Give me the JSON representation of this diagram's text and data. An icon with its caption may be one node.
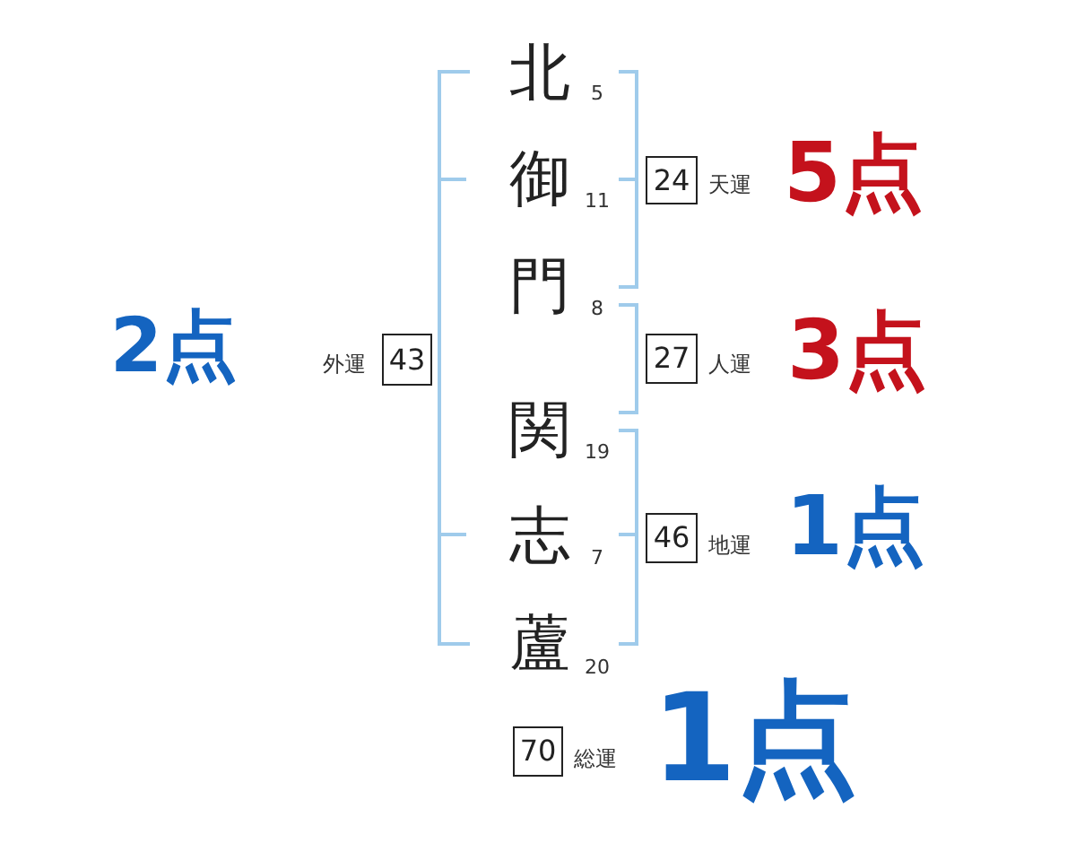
{
  "diagram": {
    "nodes": [
      {
        "text": [
          "24"
        ],
        "beside": [
          "天運",
          "5点"
        ]
      },
      {
        "text": [
          "43"
        ],
        "beside": [
          "外運",
          "2点"
        ]
      },
      {
        "text": [
          "27"
        ],
        "beside": [
          "人運",
          "3点"
        ]
      },
      {
        "text": [
          "46"
        ],
        "beside": [
          "地運",
          "1点"
        ]
      },
      {
        "text": [
          "70"
        ],
        "beside": [
          "総運",
          "1点"
        ]
      }
    ],
    "labels": [
      "北",
      "5",
      "御",
      "11",
      "門",
      "8",
      "関",
      "19",
      "志",
      "7",
      "蘆",
      "20"
    ]
  }
}
